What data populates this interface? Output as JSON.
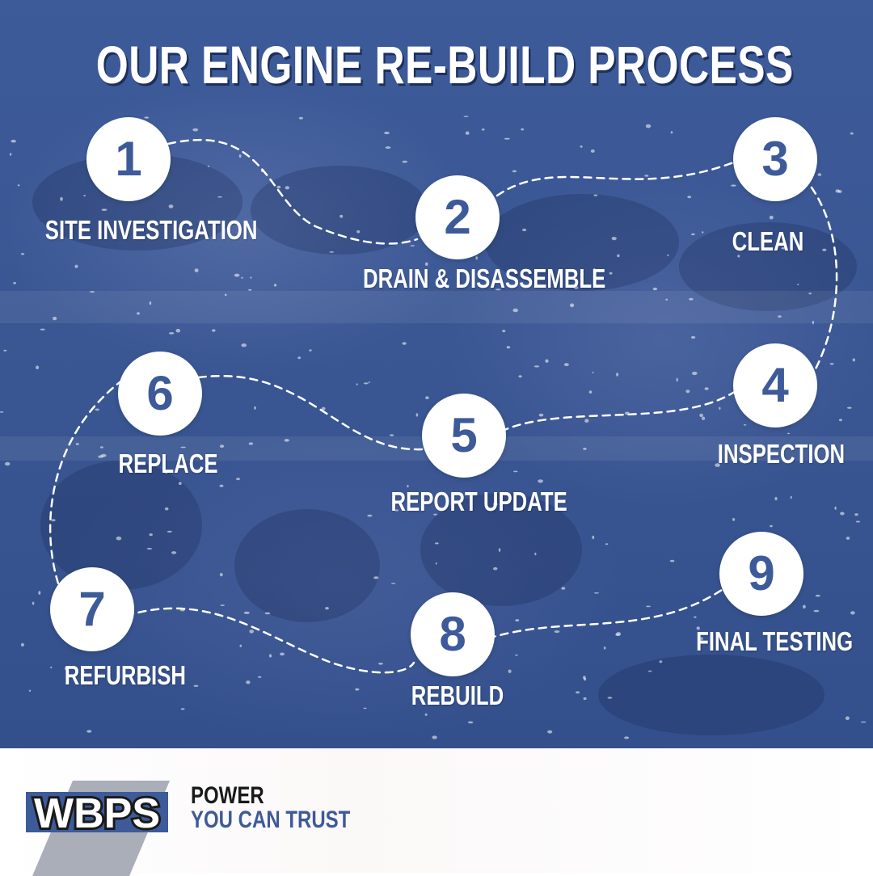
{
  "title": "OUR ENGINE RE-BUILD PROCESS",
  "steps": [
    {
      "number": "1",
      "label": "SITE INVESTIGATION"
    },
    {
      "number": "2",
      "label": "DRAIN & DISASSEMBLE"
    },
    {
      "number": "3",
      "label": "CLEAN"
    },
    {
      "number": "4",
      "label": "INSPECTION"
    },
    {
      "number": "5",
      "label": "REPORT UPDATE"
    },
    {
      "number": "6",
      "label": "REPLACE"
    },
    {
      "number": "7",
      "label": "REFURBISH"
    },
    {
      "number": "8",
      "label": "REBUILD"
    },
    {
      "number": "9",
      "label": "FINAL TESTING"
    }
  ],
  "brand": {
    "logo_text": "WBPS",
    "tagline_line1": "POWER",
    "tagline_line2": "YOU CAN TRUST"
  },
  "colors": {
    "background": "#3d5a99",
    "circle": "#ffffff",
    "number": "#3d5a99",
    "accent": "#3d5a99",
    "logo_grey": "#a9aeb8"
  }
}
